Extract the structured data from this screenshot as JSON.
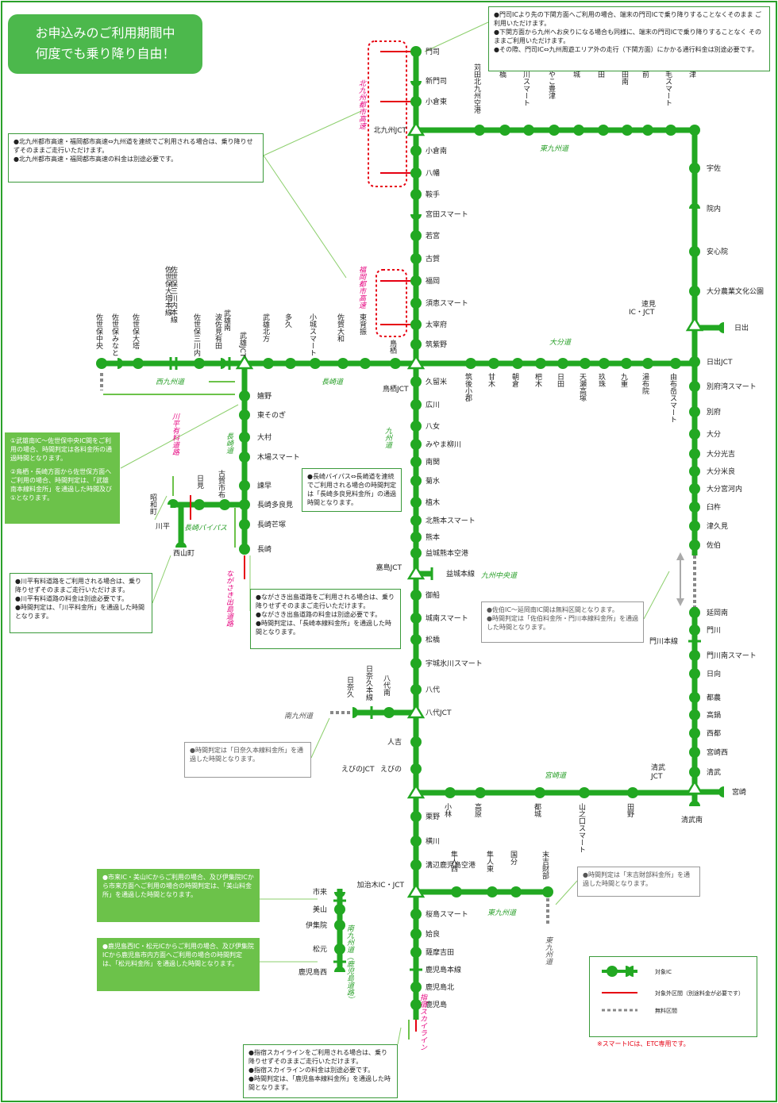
{
  "banner": {
    "line1": "お申込みのご利用期間中",
    "line2": "何度でも乗り降り自由！"
  },
  "colors": {
    "route": "#22a822",
    "outside": "#e60012",
    "free": "#888888",
    "border": "#2aa02a"
  },
  "roads": {
    "kitakyushu_toshi": "北九州都市高速",
    "fukuoka_toshi": "福岡都市高速",
    "higashikyushu_n": "東九州道",
    "oita": "大分道",
    "nagasaki": "長崎道",
    "nishikyushu": "西九州道",
    "kyushu": "九州道",
    "nagasaki_bypass": "長崎バイパス",
    "kawahira": "川平有料道路",
    "nagasaki_dejima": "ながさき出島道路",
    "kyushu_chuo": "九州中央道",
    "minamikyushu": "南九州道",
    "miyazaki": "宮崎道",
    "higashikyushu_s": "東九州道",
    "higashikyushu_s2": "東九州道",
    "minamikyushu_kago": "南九州道（鹿児島道路）",
    "ibusuki": "指宿スカイライン"
  },
  "kyushu_main": [
    "門司",
    "新門司",
    "小倉東",
    "北九州JCT",
    "小倉南",
    "八幡",
    "鞍手",
    "宮田スマート",
    "若宮",
    "古賀",
    "福岡",
    "須恵スマート",
    "太宰府",
    "筑紫野",
    "鳥栖JCT",
    "久留米",
    "広川",
    "八女",
    "みやま柳川",
    "南関",
    "菊水",
    "植木",
    "北熊本スマート",
    "熊本",
    "益城熊本空港",
    "嘉島JCT",
    "御船",
    "城南スマート",
    "松橋",
    "宇城氷川スマート",
    "八代",
    "八代JCT",
    "人吉",
    "えびの",
    "えびのJCT",
    "栗野",
    "横川",
    "溝辺鹿児島空港",
    "加治木IC・JCT",
    "桜島スマート",
    "姶良",
    "薩摩吉田",
    "鹿児島本線",
    "鹿児島北",
    "鹿児島"
  ],
  "higashi_north": [
    "苅田北九州空港",
    "行橋",
    "今川スマート",
    "みやこ豊津",
    "築城",
    "椎田",
    "椎田南",
    "豊前",
    "上毛スマート",
    "中津"
  ],
  "oita_east": [
    "宇佐",
    "院内",
    "安心院",
    "大分農業文化公園",
    "速見IC・JCT",
    "日出",
    "日出JCT",
    "別府湾スマート",
    "別府",
    "大分",
    "大分光吉",
    "大分米良",
    "大分宮河内",
    "臼杵",
    "津久見",
    "佐伯",
    "延岡南",
    "門川",
    "門川本線",
    "門川南スマート",
    "日向",
    "都農",
    "高鍋",
    "西都",
    "宮崎西",
    "清武",
    "清武JCT",
    "宮崎",
    "清武南"
  ],
  "oita_road": [
    "筑後小郡",
    "甘木",
    "朝倉",
    "杷木",
    "日田",
    "天瀬高塚",
    "玖珠",
    "九重",
    "湯布院",
    "由布岳スマート"
  ],
  "nagasaki_road": [
    "鳥栖",
    "東背振",
    "佐賀大和",
    "小城スマート",
    "多久",
    "武雄北方",
    "武雄JCT",
    "武雄南",
    "波佐見有田",
    "佐世保三川内",
    "佐世保三川内本線",
    "佐世保大塔本線",
    "佐世保大塔",
    "佐世保みなと",
    "佐世保中央"
  ],
  "nagasaki_south": [
    "嬉野",
    "東そのぎ",
    "大村",
    "木場スマート",
    "諫早",
    "長崎多良見",
    "長崎芒塚",
    "長崎",
    "古賀市布",
    "川平",
    "昭和町",
    "西山町",
    "川平",
    "昭和町",
    "西山町"
  ],
  "miyazaki_road": [
    "小林",
    "高原",
    "都城",
    "山之口スマート",
    "田野"
  ],
  "minami_road": [
    "日奈久本線",
    "日奈久",
    "八代南"
  ],
  "kyushu_chuo_ic": "益城本線",
  "higashi_south": [
    "隼人西",
    "隼人東",
    "国分",
    "末吉財部"
  ],
  "kagoshima_road": [
    "市来",
    "美山",
    "伊集院",
    "松元",
    "鹿児島西"
  ],
  "notes": {
    "moji": [
      "●門司ICより先の下関方面へご利用の場合、端末の門司ICで乗り降りすることなくそのまま ご利用いただけます。",
      "●下関方面から九州へお戻りになる場合も同様に、端末の門司ICで乗り降りすることなく そのままご利用いただけます。",
      "●その際、門司IC⇔九州周遊エリア外の走行（下関方面）にかかる通行料金は別途必要です。"
    ],
    "toshi": [
      "●北九州都市高速・福岡都市高速⇔九州道を連続でご利用される場合は、乗り降りせずそのままご走行いただけます。",
      "●北九州都市高速・福岡都市高速の料金は別途必要です。"
    ],
    "takeo": [
      "①武雄南IC～佐世保中央IC間をご利用の場合、時間判定は各料金所の通過時間となります。",
      "②鳥栖・長崎方面から佐世保方面へご利用の場合、時間判定は、「武雄南本線料金所」を通過した時間及び①となります。"
    ],
    "bypass": [
      "●長崎バイパス⇔長崎道を連続でご利用される場合の時間判定は「長崎多良見料金所」の通過時間となります。"
    ],
    "kawahira": [
      "●川平有料道路をご利用される場合は、乗り降りせずそのままご走行いただけます。",
      "●川平有料道路の料金は別途必要です。",
      "●時間判定は、「川平料金所」を通過した時間となります。"
    ],
    "dejima": [
      "●ながさき出島道路をご利用される場合は、乗り降りせずそのままご走行いただけます。",
      "●ながさき出島道路の料金は別途必要です。",
      "●時間判定は、「長崎本線料金所」を通過した時間となります。"
    ],
    "saiki": [
      "●佐伯IC～延岡南IC間は無料区間となります。",
      "●時間判定は「佐伯料金所・門川本線料金所」を通過した時間となります。"
    ],
    "hinagu": [
      "●時間判定は「日奈久本線料金所」を通過した時間となります。"
    ],
    "sueyoshi": [
      "●時間判定は「末吉財部料金所」を通過した時間となります。"
    ],
    "ichiki": [
      "●市来IC・美山ICからご利用の場合、及び伊集院ICから市来方面へご利用の場合の時間判定は、「美山料金所」を通過した時間となります。"
    ],
    "matsumoto": [
      "●鹿児島西IC・松元ICからご利用の場合、及び伊集院ICから鹿児島市内方面へご利用の場合の時間判定は、「松元料金所」を通過した時間となります。"
    ],
    "ibusuki": [
      "●指宿スカイラインをご利用される場合は、乗り降りせずそのままご走行いただけます。",
      "●指宿スカイラインの料金は別途必要です。",
      "●時間判定は、「鹿児島本線料金所」を通過した時間となります。"
    ]
  },
  "legend": {
    "ic": "対象IC",
    "outside": "対象外区間（別途料金が必要です）",
    "free": "無料区間"
  },
  "smart_note": "※スマートICは、ETC専用です。"
}
